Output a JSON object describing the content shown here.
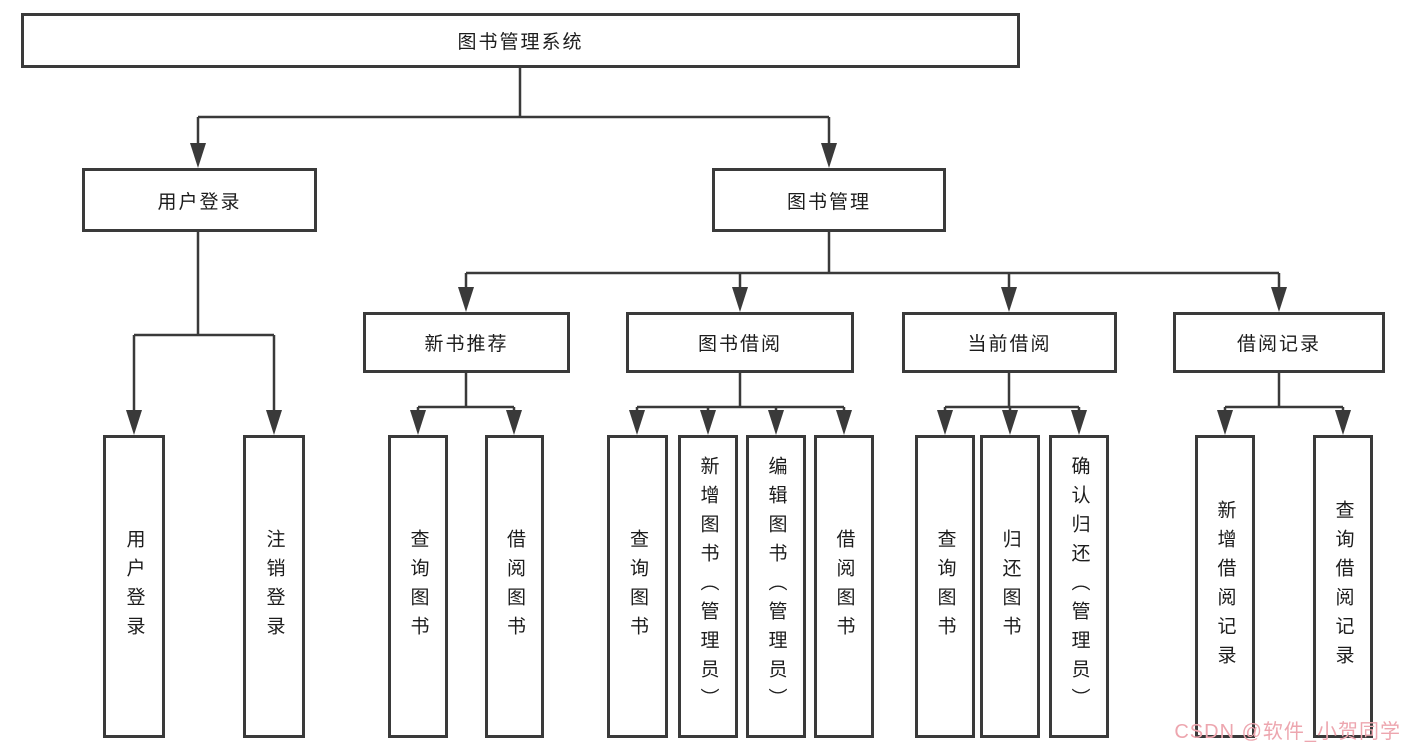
{
  "tree": {
    "label": "图书管理系统",
    "children": [
      {
        "label": "用户登录",
        "children": [
          {
            "label": "用户登录"
          },
          {
            "label": "注销登录"
          }
        ]
      },
      {
        "label": "图书管理",
        "children": [
          {
            "label": "新书推荐",
            "children": [
              {
                "label": "查询图书"
              },
              {
                "label": "借阅图书"
              }
            ]
          },
          {
            "label": "图书借阅",
            "children": [
              {
                "label": "查询图书"
              },
              {
                "label": "新增图书（管理员）"
              },
              {
                "label": "编辑图书（管理员）"
              },
              {
                "label": "借阅图书"
              }
            ]
          },
          {
            "label": "当前借阅",
            "children": [
              {
                "label": "查询图书"
              },
              {
                "label": "归还图书"
              },
              {
                "label": "确认归还（管理员）"
              }
            ]
          },
          {
            "label": "借阅记录",
            "children": [
              {
                "label": "新增借阅记录"
              },
              {
                "label": "查询借阅记录"
              }
            ]
          }
        ]
      }
    ]
  },
  "watermark": {
    "text": "CSDN @软件_小贺同学",
    "color": "#eda6af"
  },
  "colors": {
    "line": "#3a3a3a",
    "box_border": "#3a3a3a",
    "text": "#1c1c1c",
    "background": "#ffffff"
  }
}
